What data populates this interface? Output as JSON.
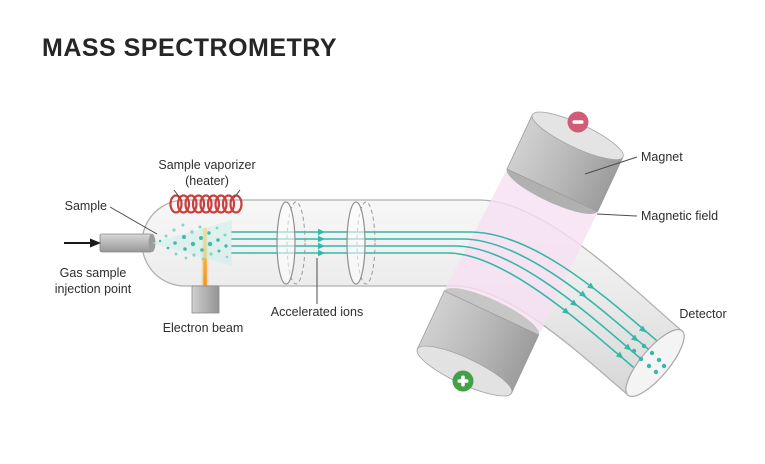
{
  "title": "MASS SPECTROMETRY",
  "labels": {
    "sample": "Sample",
    "sample_vaporizer_line1": "Sample vaporizer",
    "sample_vaporizer_line2": "(heater)",
    "gas_injection_line1": "Gas sample",
    "gas_injection_line2": "injection point",
    "electron_beam": "Electron beam",
    "accelerated_ions": "Accelerated ions",
    "magnet": "Magnet",
    "magnetic_field": "Magnetic field",
    "detector": "Detector"
  },
  "icons": {
    "negative_pole": "minus-icon",
    "positive_pole": "plus-icon",
    "gas_inlet": "arrow-right-icon"
  },
  "colors": {
    "ion_beam": "#35b8a8",
    "heater_coil": "#c9403e",
    "electron_beam_top": "#ffd34d",
    "electron_beam_bottom": "#ef8f1c",
    "magnetic_field": "#f7e0f2",
    "negative_badge": "#d05c78",
    "positive_badge": "#43a047",
    "tube_fill": "#ececec",
    "text": "#2e2e2e"
  }
}
